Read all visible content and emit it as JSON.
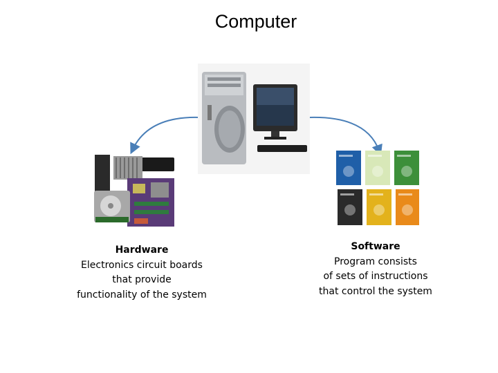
{
  "title": "Computer",
  "hardware": {
    "heading": "Hardware",
    "lines": [
      "Electronics circuit boards",
      "that provide",
      "functionality of the system"
    ]
  },
  "software": {
    "heading": "Software",
    "lines": [
      "Program consists",
      "of sets of instructions",
      "that control the system"
    ]
  },
  "icons": {
    "computer": "desktop-computer-icon",
    "hardware": "hardware-components-icon",
    "software": "software-boxes-icon"
  },
  "colors": {
    "arrow": "#4a7fb8"
  }
}
